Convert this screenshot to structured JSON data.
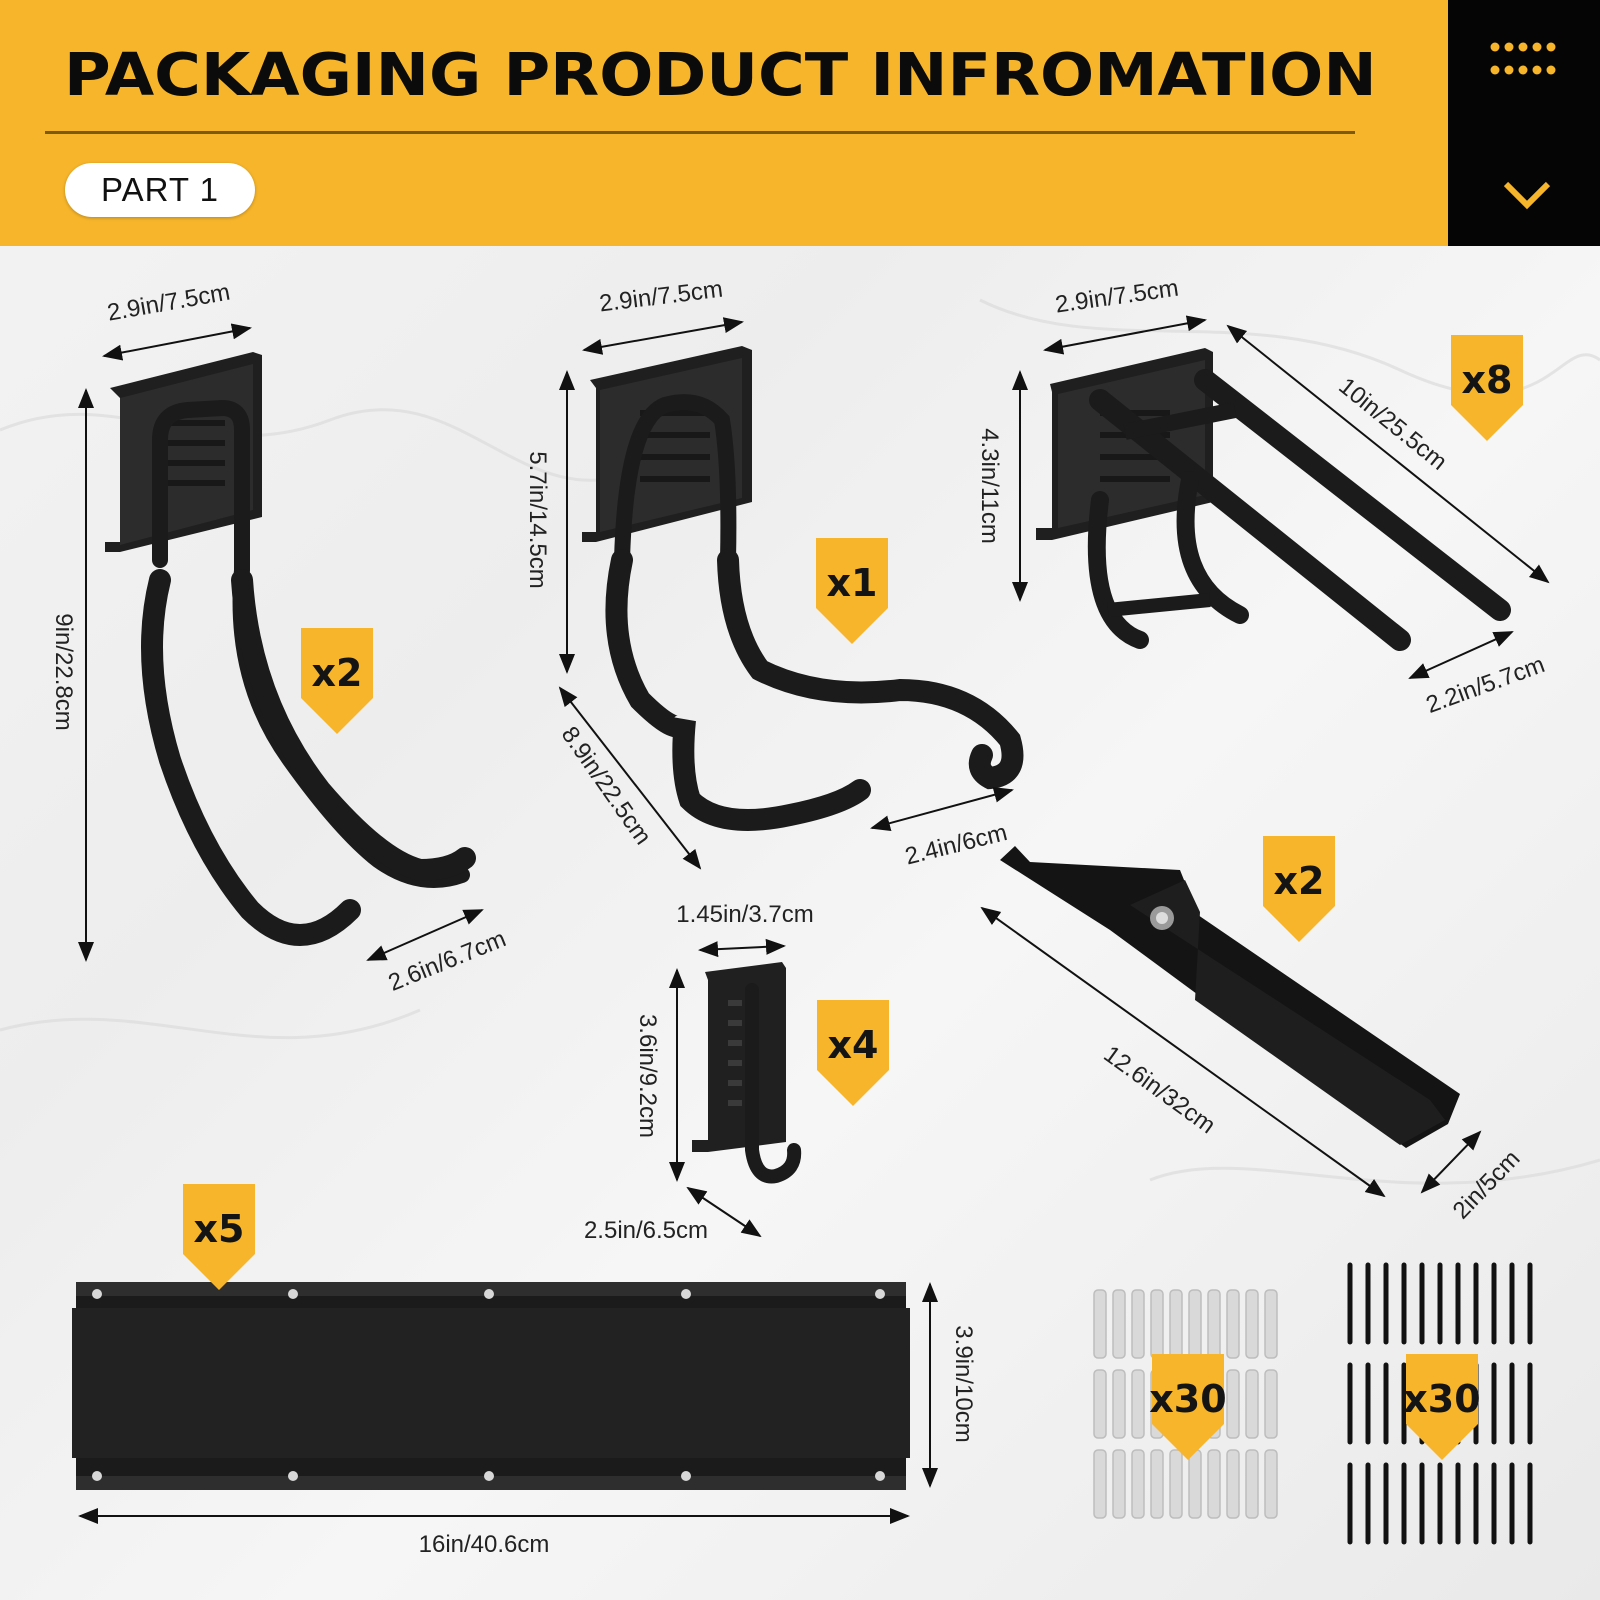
{
  "header": {
    "title": "PACKAGING PRODUCT INFROMATION",
    "part_label": "PART 1",
    "accent_color": "#f6b52a",
    "side_panel_color": "#050505",
    "icons": [
      "dots-grid-icon",
      "chevron-down-icon"
    ]
  },
  "items": [
    {
      "id": "double-bike-hook",
      "quantity": "x2",
      "dimensions": {
        "top_width": "2.9in/7.5cm",
        "height": "9in/22.8cm",
        "tip_width": "2.6in/6.7cm"
      }
    },
    {
      "id": "bike-cradle-hook",
      "quantity": "x1",
      "dimensions": {
        "top_width": "2.9in/7.5cm",
        "plate_height": "5.7in/14.5cm",
        "arm_length": "8.9in/22.5cm",
        "gap_width": "2.4in/6cm"
      }
    },
    {
      "id": "u-shaped-double-hook",
      "quantity": "x8",
      "dimensions": {
        "top_width": "2.9in/7.5cm",
        "height": "4.3in/11cm",
        "arm_length": "10in/25.5cm",
        "arm_spacing": "2.2in/5.7cm"
      }
    },
    {
      "id": "small-j-hook",
      "quantity": "x4",
      "dimensions": {
        "width": "1.45in/3.7cm",
        "height": "3.6in/9.2cm",
        "depth": "2.5in/6.5cm"
      }
    },
    {
      "id": "hook-and-loop-strap",
      "quantity": "x2",
      "dimensions": {
        "length": "12.6in/32cm",
        "width": "2in/5cm"
      }
    },
    {
      "id": "wall-rail",
      "quantity": "x5",
      "dimensions": {
        "length": "16in/40.6cm",
        "height": "3.9in/10cm"
      }
    },
    {
      "id": "wall-anchors",
      "quantity": "x30"
    },
    {
      "id": "screws",
      "quantity": "x30"
    }
  ]
}
